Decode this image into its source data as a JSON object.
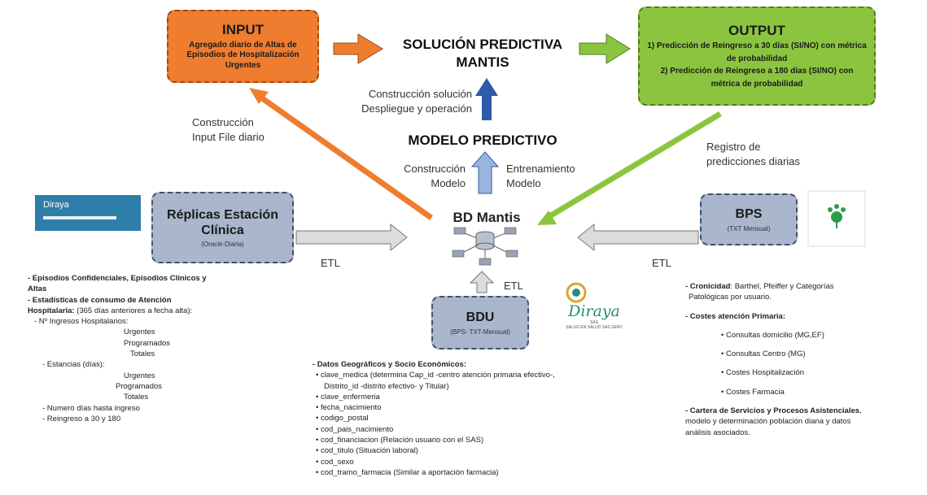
{
  "input_box": {
    "title": "INPUT",
    "subtitle": "Agregado diario de Altas de Episodios de Hospitalización Urgentes"
  },
  "solucion": {
    "line1": "SOLUCIÓN PREDICTIVA",
    "line2": "MANTIS"
  },
  "output_box": {
    "title": "OUTPUT",
    "line1": "1) Predicción de Reingreso a 30 días (SI/NO) con métrica",
    "line2": "de probabilidad",
    "line3": "2) Predicción de Reingreso a 180 días (SI/NO) con",
    "line4": "métrica de probabilidad"
  },
  "labels": {
    "construccion_solucion": "Construcción solución",
    "despliegue": "Despliegue y operación",
    "construccion_input_1": "Construcción",
    "construccion_input_2": "Input File diario",
    "modelo_predictivo": "MODELO PREDICTIVO",
    "construccion_modelo_1": "Construcción",
    "construccion_modelo_2": "Modelo",
    "entrenamiento_1": "Entrenamiento",
    "entrenamiento_2": "Modelo",
    "registro_1": "Registro de",
    "registro_2": "predicciones diarias",
    "bd_mantis": "BD Mantis",
    "etl_left": "ETL",
    "etl_right": "ETL",
    "etl_bottom": "ETL"
  },
  "replicas_box": {
    "title1": "Réplicas Estación",
    "title2": "Clínica",
    "sub": "(Oracle-Diaria)"
  },
  "bps_box": {
    "title": "BPS",
    "sub": "(TXT Mensual)"
  },
  "bdu_box": {
    "title": "BDU",
    "sub": "(BPS- TXT-Mensual)"
  },
  "logos": {
    "diraya": "Diraya",
    "diraya_small": "Diraya",
    "diraya_caption": "SAS",
    "diraya_caption2": "SALUD EN SALUD SAS SERV"
  },
  "left_list": {
    "l1": "- Episodios Confidenciales, Episodios Clínicos y",
    "l2": "Altas",
    "l3": "- Estadísticas de consumo de Atención",
    "l4a": "Hospitalaria:",
    "l4b": " (365 días anteriores a fecha alta):",
    "l5": "- Nº Ingresos Hospitalarios:",
    "l6": "Urgentes",
    "l7": "Programados",
    "l8": "Totales",
    "l9": "- Estancias (días):",
    "l10": "Urgentes",
    "l11": "Programados",
    "l12": "Totales",
    "l13": "- Numero días hasta ingreso",
    "l14": "- Reingreso a 30 y 180"
  },
  "center_list": {
    "heading": "- Datos Geográficos y Socio Económicos:",
    "items": [
      "clave_medica (determina Cap_id -centro atención primaria efectivo-,",
      "Distrito_id -distrito efectivo- y  Titular)",
      "clave_enfermeria",
      "fecha_nacimiento",
      "codigo_postal",
      "cod_pais_nacimiento",
      "cod_financiacion  (Relación usuario con el SAS)",
      "cod_titulo  (Situación laboral)",
      "cod_sexo",
      "cod_tramo_farmacia (Similar a aportación farmacia)"
    ]
  },
  "right_list": {
    "cron_b": "- Cronicidad",
    "cron_t": ": Barthel, Pfeiffer y Categorías",
    "cron_t2": "Patológicas por usuario.",
    "costes_h": "- Costes atención Primaria:",
    "costes": [
      "Consultas domicilio (MG,EF)",
      "Consultas Centro (MG)",
      "Costes Hospitalización",
      "Costes Farmacia"
    ],
    "cartera_b": "- Cartera de Servicios y Procesos Asistenciales",
    "cartera_t": ",",
    "cartera_t2": "modelo y determinación población diana y datos",
    "cartera_t3": "análisis asociados."
  },
  "colors": {
    "orange": "#ef7d30",
    "green": "#8bc53f",
    "grey_box": "#a9b6cc",
    "blue_arrow": "#2e5aa8"
  }
}
